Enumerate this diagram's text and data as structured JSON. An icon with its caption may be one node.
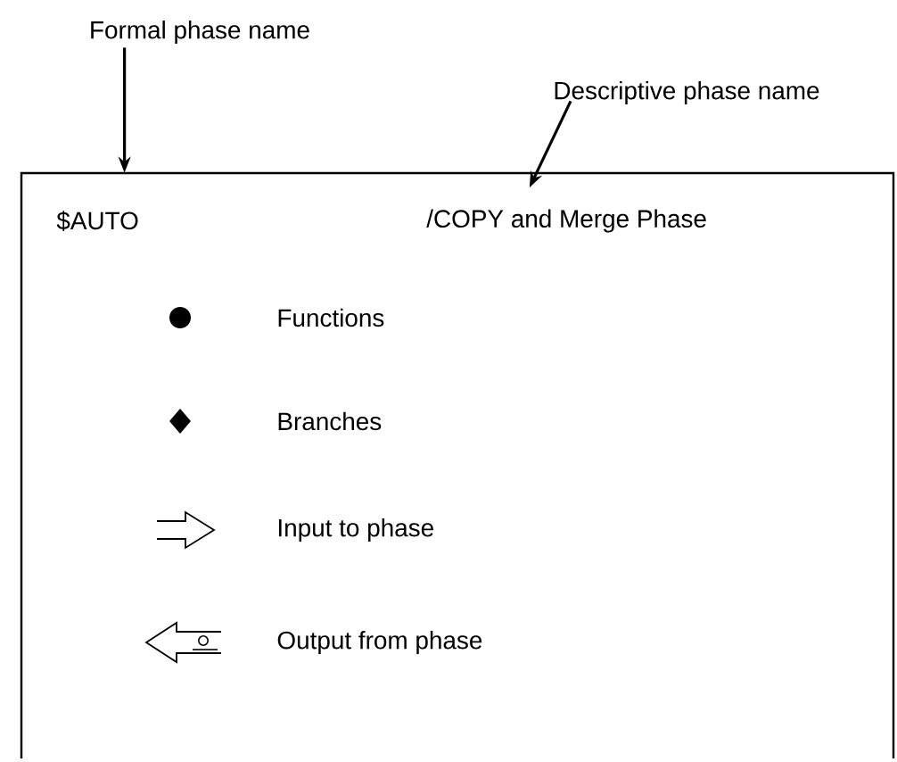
{
  "diagram": {
    "nodes": [
      {
        "text": [
          "Formal phase name"
        ]
      },
      {
        "text": [
          "Descriptive phase name"
        ]
      },
      {
        "text": [],
        "shape": "box"
      },
      {
        "text": [
          "$AUTO"
        ],
        "in": 2
      },
      {
        "text": [
          "/COPY and Merge Phase"
        ],
        "in": 2
      }
    ],
    "edges": [
      {
        "from": 0,
        "to": 3,
        "arrow": "to"
      },
      {
        "from": 1,
        "to": 4,
        "arrow": "to"
      }
    ],
    "legend": [
      {
        "text": "Functions"
      },
      {
        "text": "Branches"
      },
      {
        "text": "Input to phase"
      },
      {
        "text": "Output from phase"
      }
    ]
  }
}
